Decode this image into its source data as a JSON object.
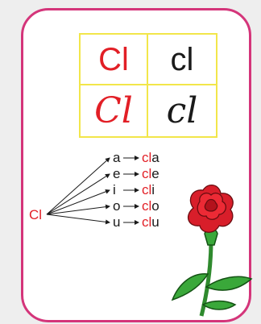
{
  "grid": {
    "print_upper": "Cl",
    "print_lower": "cl",
    "script_upper": "Cl",
    "script_lower": "cl"
  },
  "tree": {
    "root": "Cl",
    "rows": [
      {
        "vowel": "a",
        "prefix": "cl",
        "suffix": "a"
      },
      {
        "vowel": "e",
        "prefix": "cl",
        "suffix": "e"
      },
      {
        "vowel": "i",
        "prefix": "cl",
        "suffix": "i"
      },
      {
        "vowel": "o",
        "prefix": "cl",
        "suffix": "o"
      },
      {
        "vowel": "u",
        "prefix": "cl",
        "suffix": "u"
      }
    ]
  },
  "colors": {
    "red": "#e21f26",
    "black": "#1a1a1a",
    "border": "#d4357a",
    "grid": "#f2e64a"
  },
  "image": {
    "flower": "carnation-flower-icon"
  }
}
